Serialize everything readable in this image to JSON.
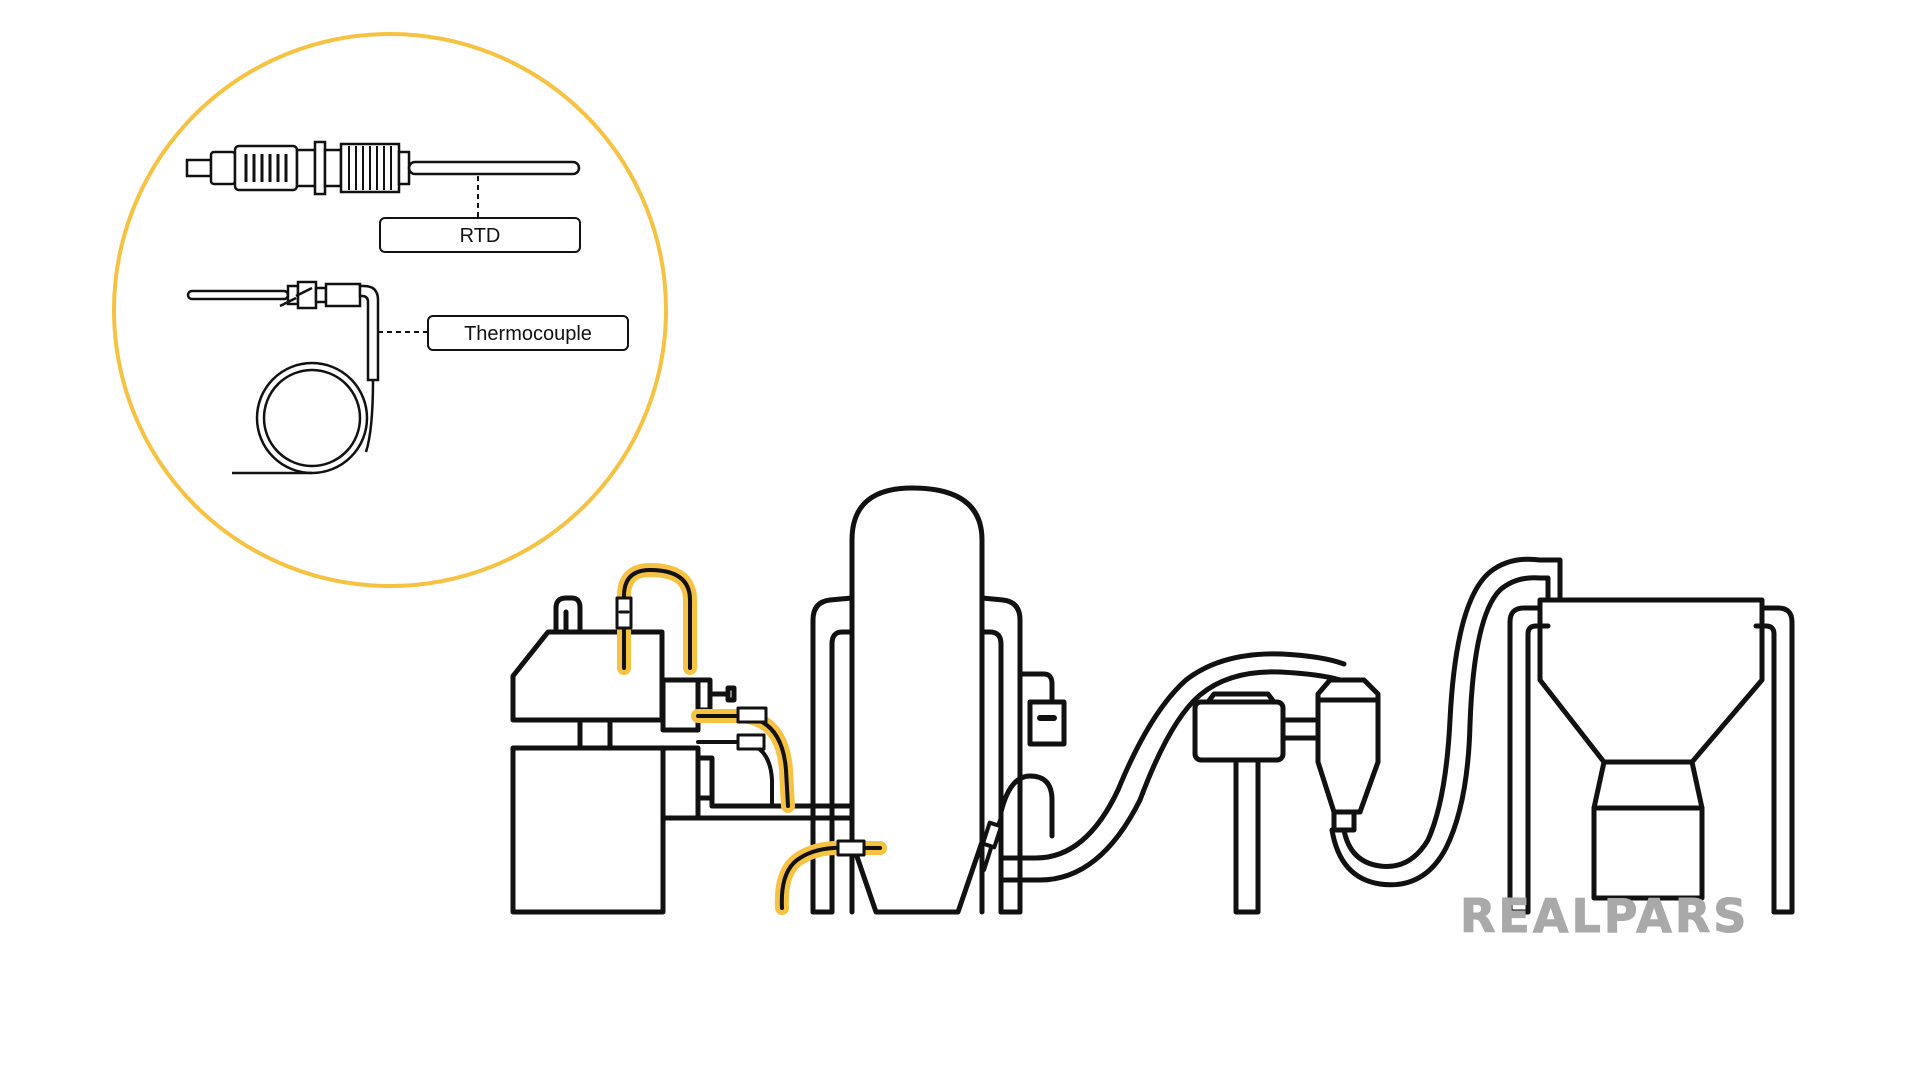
{
  "callout": {
    "rtd_label": "RTD",
    "thermocouple_label": "Thermocouple"
  },
  "logo": {
    "text": "REALPARS",
    "color": "#a9a9a9"
  },
  "colors": {
    "accent": "#f5c242",
    "line": "#111111",
    "background": "#ffffff"
  }
}
